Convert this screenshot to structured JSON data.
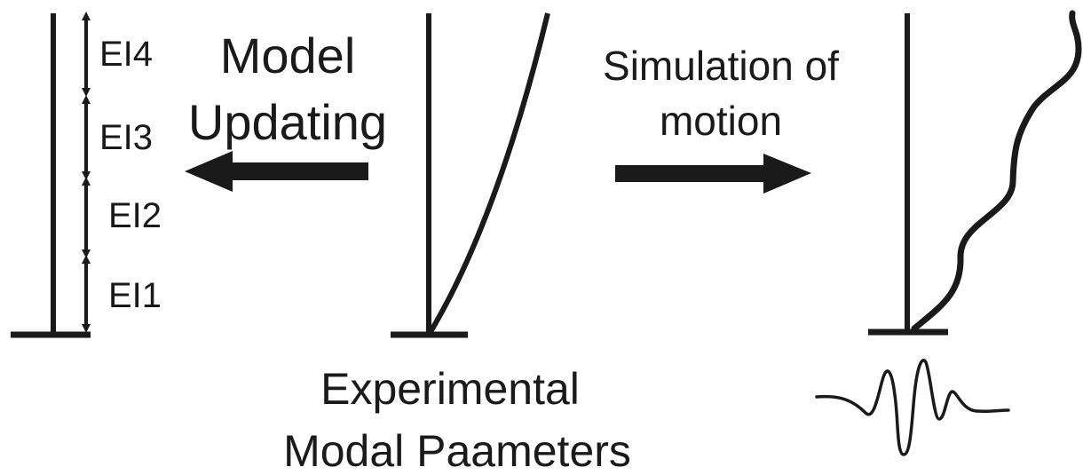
{
  "segments": [
    {
      "label": "EI4"
    },
    {
      "label": "EI3"
    },
    {
      "label": "EI2"
    },
    {
      "label": "EI1"
    }
  ],
  "left_arrow": {
    "line1": "Model",
    "line2": "Updating"
  },
  "right_arrow": {
    "line1": "Simulation of",
    "line2": "motion"
  },
  "bottom_caption": {
    "line1": "Experimental",
    "line2": "Modal Paameters"
  },
  "colors": {
    "ink": "#1a1a1a",
    "background": "#ffffff"
  }
}
